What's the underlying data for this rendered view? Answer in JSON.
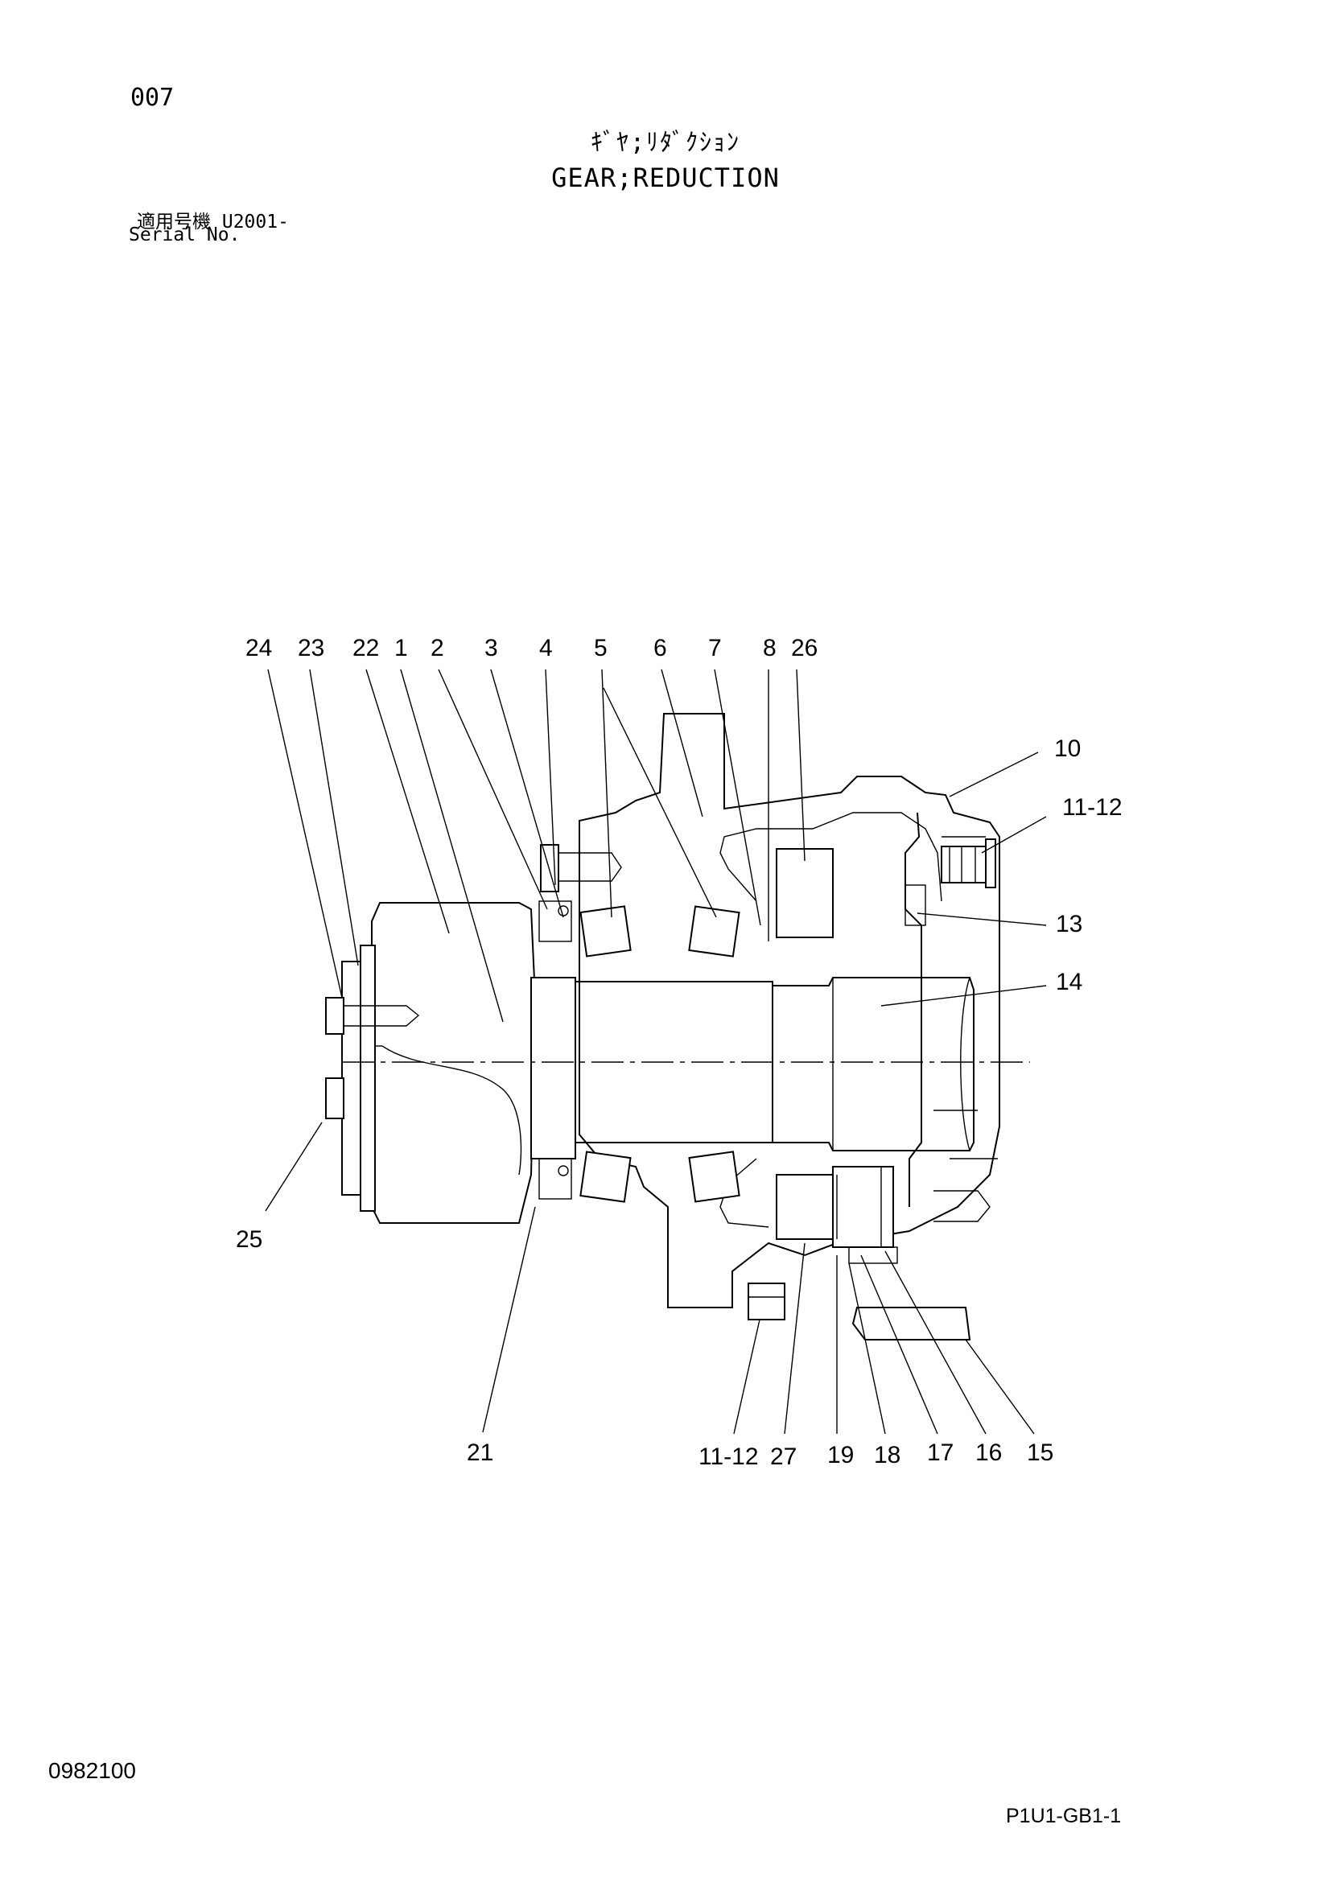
{
  "header": {
    "page_number": "007",
    "title_jp": "ｷﾞﾔ;ﾘﾀﾞｸｼｮﾝ",
    "title_en": "GEAR;REDUCTION",
    "serial_label_jp": "適用号機  U2001-",
    "serial_label_en": "Serial No."
  },
  "diagram": {
    "callouts": [
      "24",
      "23",
      "22",
      "1",
      "2",
      "3",
      "4",
      "5",
      "6",
      "7",
      "8",
      "26",
      "10",
      "11-12",
      "13",
      "14",
      "25",
      "21",
      "11-12",
      "27",
      "19",
      "18",
      "17",
      "16",
      "15"
    ]
  },
  "footer": {
    "doc_code": "0982100",
    "page_code": "P1U1-GB1-1"
  }
}
